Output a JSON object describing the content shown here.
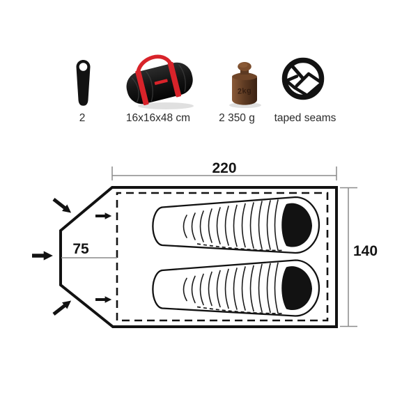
{
  "page": {
    "background": "#ffffff"
  },
  "colors": {
    "ink": "#121212",
    "accent_red": "#d8232a",
    "dim_line_gray": "#8a8a8a",
    "label_text": "#2b2b2b",
    "weight_rust_light": "#8a5a38",
    "weight_rust_dark": "#3a2112"
  },
  "spec_icons": {
    "poles": {
      "icon": "tent-pole-peg-icon",
      "label": "2"
    },
    "packed_size": {
      "icon": "packed-bag-icon",
      "label": "16x16x48 cm"
    },
    "weight": {
      "icon": "weight-icon",
      "label": "2 350 g",
      "embossed": "2kg"
    },
    "seams": {
      "icon": "taped-seams-icon",
      "label": "taped seams"
    }
  },
  "floorplan": {
    "length_cm": "220",
    "width_cm": "140",
    "vestibule_depth_cm": "75",
    "sleeping_bag_count": 2
  }
}
